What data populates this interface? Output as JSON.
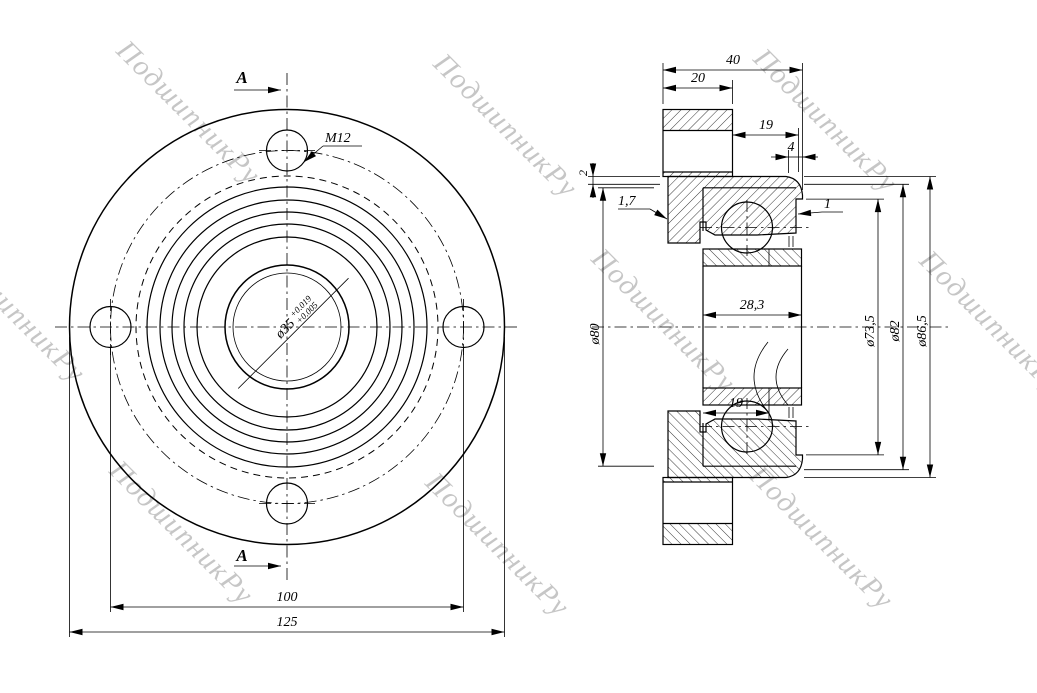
{
  "watermark": {
    "text": "ПодшипникРу"
  },
  "colors": {
    "line": "#000000",
    "watermark": "#c6c6c6"
  },
  "front_view": {
    "section_label": "A",
    "thread_label": "M12",
    "bore": {
      "dia": "ø35",
      "tol_upper": "+0.019",
      "tol_lower": "+0.005"
    },
    "dims": {
      "bolt_circle": "100",
      "flange_od": "125"
    }
  },
  "section_view": {
    "dims": {
      "overall_width": "40",
      "flange_thickness": "20",
      "cartridge_protrusion": "19",
      "front_lip": "4",
      "seat_step": "2",
      "back_recess": "1,7",
      "snap_groove": "1",
      "inner_ring_width_total": "28,3",
      "bearing_width": "19"
    },
    "diameters": {
      "bearing_od": "ø80",
      "seal_seat": "ø73,5",
      "housing_od": "ø82",
      "sphere_od": "ø86,5"
    }
  }
}
